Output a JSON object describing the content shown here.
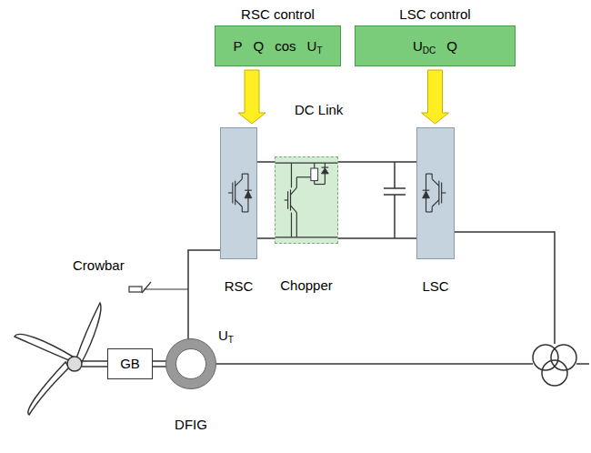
{
  "diagram": {
    "nodes": [
      {
        "text": [
          "RSC control",
          "P",
          "Q",
          "cos",
          "UT"
        ]
      },
      {
        "text": [
          "LSC control",
          "UDC",
          "Q"
        ]
      },
      {
        "text": [
          "RSC"
        ]
      },
      {
        "text": [
          "Chopper"
        ]
      },
      {
        "text": [
          "LSC"
        ]
      },
      {
        "text": [
          "GB"
        ]
      },
      {
        "text": [
          "DFIG"
        ]
      }
    ],
    "edges": [
      {
        "from": 0,
        "to": 2,
        "arrow": "to"
      },
      {
        "from": 1,
        "to": 4,
        "arrow": "to"
      },
      {
        "from": 2,
        "to": 4,
        "arrow": "none"
      },
      {
        "from": 2,
        "to": 6,
        "arrow": "none"
      },
      {
        "from": 5,
        "to": 6,
        "arrow": "none"
      }
    ],
    "labels": [
      "DC Link",
      "Crowbar",
      "UT"
    ]
  }
}
